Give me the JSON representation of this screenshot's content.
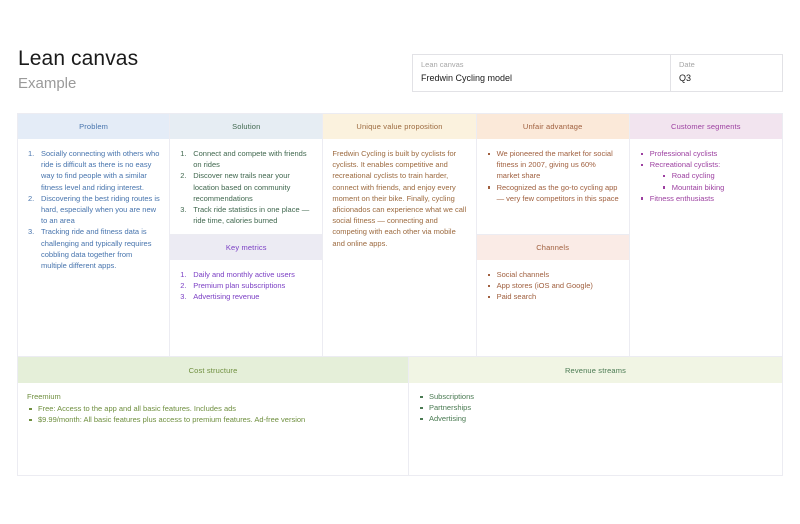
{
  "header": {
    "title": "Lean canvas",
    "subtitle": "Example"
  },
  "meta": {
    "name_label": "Lean canvas",
    "name_value": "Fredwin Cycling model",
    "date_label": "Date",
    "date_value": "Q3"
  },
  "blocks": {
    "problem": {
      "title": "Problem",
      "items": [
        "Socially connecting with others who ride is difficult as there is no easy way to find people with a similar fitness level and riding interest.",
        "Discovering the best riding routes is hard, especially when you are new to an area",
        "Tracking ride and fitness data is challenging and typically requires cobbling data together from multiple different apps."
      ]
    },
    "solution": {
      "title": "Solution",
      "items": [
        "Connect and compete with friends on rides",
        "Discover new trails near your location based on community recommendations",
        "Track ride statistics in one place — ride time, calories burned"
      ]
    },
    "key_metrics": {
      "title": "Key metrics",
      "items": [
        "Daily and monthly active users",
        "Premium plan subscriptions",
        "Advertising revenue"
      ]
    },
    "uvp": {
      "title": "Unique value proposition",
      "text": "Fredwin Cycling is built by cyclists for cyclists. It enables competitive and recreational cyclists to train harder, connect with friends, and enjoy every moment on their bike. Finally, cycling aficionados can experience what we call social fitness — connecting and competing with each other via mobile and online apps."
    },
    "unfair_advantage": {
      "title": "Unfair advantage",
      "items": [
        "We pioneered the market for social fitness in 2007, giving us 60% market share",
        "Recognized as the go-to cycling app — very few competitors in this space"
      ]
    },
    "channels": {
      "title": "Channels",
      "items": [
        "Social channels",
        "App stores (iOS and Google)",
        "Paid search"
      ]
    },
    "customer_segments": {
      "title": "Customer segments",
      "items": [
        {
          "label": "Professional cyclists",
          "children": []
        },
        {
          "label": "Recreational cyclists:",
          "children": [
            "Road cycling",
            "Mountain biking"
          ]
        },
        {
          "label": "Fitness enthusiasts",
          "children": []
        }
      ]
    },
    "cost_structure": {
      "title": "Cost structure",
      "intro": "Freemium",
      "items": [
        "Free: Access to the app and all basic features. Includes ads",
        "$9.99/month: All basic features plus access to premium features. Ad-free version"
      ]
    },
    "revenue_streams": {
      "title": "Revenue streams",
      "items": [
        "Subscriptions",
        "Partnerships",
        "Advertising"
      ]
    }
  },
  "colors": {
    "problem": "#4774ad",
    "solution": "#41684f",
    "key_metrics": "#7b3fc4",
    "uvp": "#9c6a3f",
    "unfair_advantage": "#a0603f",
    "channels": "#a0603f",
    "customer_segments": "#9c3fa0",
    "cost_structure": "#6f8f3f",
    "revenue_streams": "#4a7a52"
  }
}
